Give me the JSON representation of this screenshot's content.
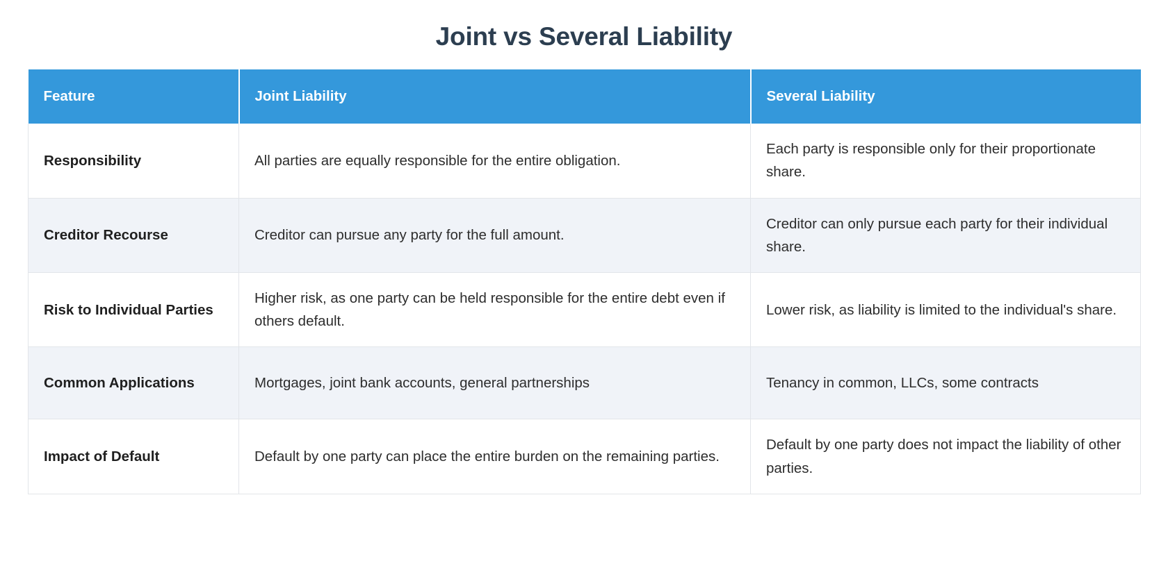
{
  "document": {
    "title": "Joint vs Several Liability"
  },
  "table": {
    "headers": [
      "Feature",
      "Joint Liability",
      "Several Liability"
    ],
    "rows": [
      {
        "feature": "Responsibility",
        "joint": "All parties are equally responsible for the entire obligation.",
        "several": "Each party is responsible only for their proportionate share."
      },
      {
        "feature": "Creditor Recourse",
        "joint": "Creditor can pursue any party for the full amount.",
        "several": "Creditor can only pursue each party for their individual share."
      },
      {
        "feature": "Risk to Individual Parties",
        "joint": "Higher risk, as one party can be held responsible for the entire debt even if others default.",
        "several": "Lower risk, as liability is limited to the individual's share."
      },
      {
        "feature": "Common Applications",
        "joint": "Mortgages, joint bank accounts, general partnerships",
        "several": "Tenancy in common, LLCs, some contracts"
      },
      {
        "feature": "Impact of Default",
        "joint": "Default by one party can place the entire burden on the remaining parties.",
        "several": "Default by one party does not impact the liability of other parties."
      }
    ]
  },
  "colors": {
    "header_background": "#3498db",
    "header_text": "#ffffff",
    "title_text": "#2c3e50",
    "stripe_background": "#f0f3f8",
    "body_text": "#2d2d2d",
    "border": "#e2e5e9",
    "page_background": "#ffffff"
  }
}
